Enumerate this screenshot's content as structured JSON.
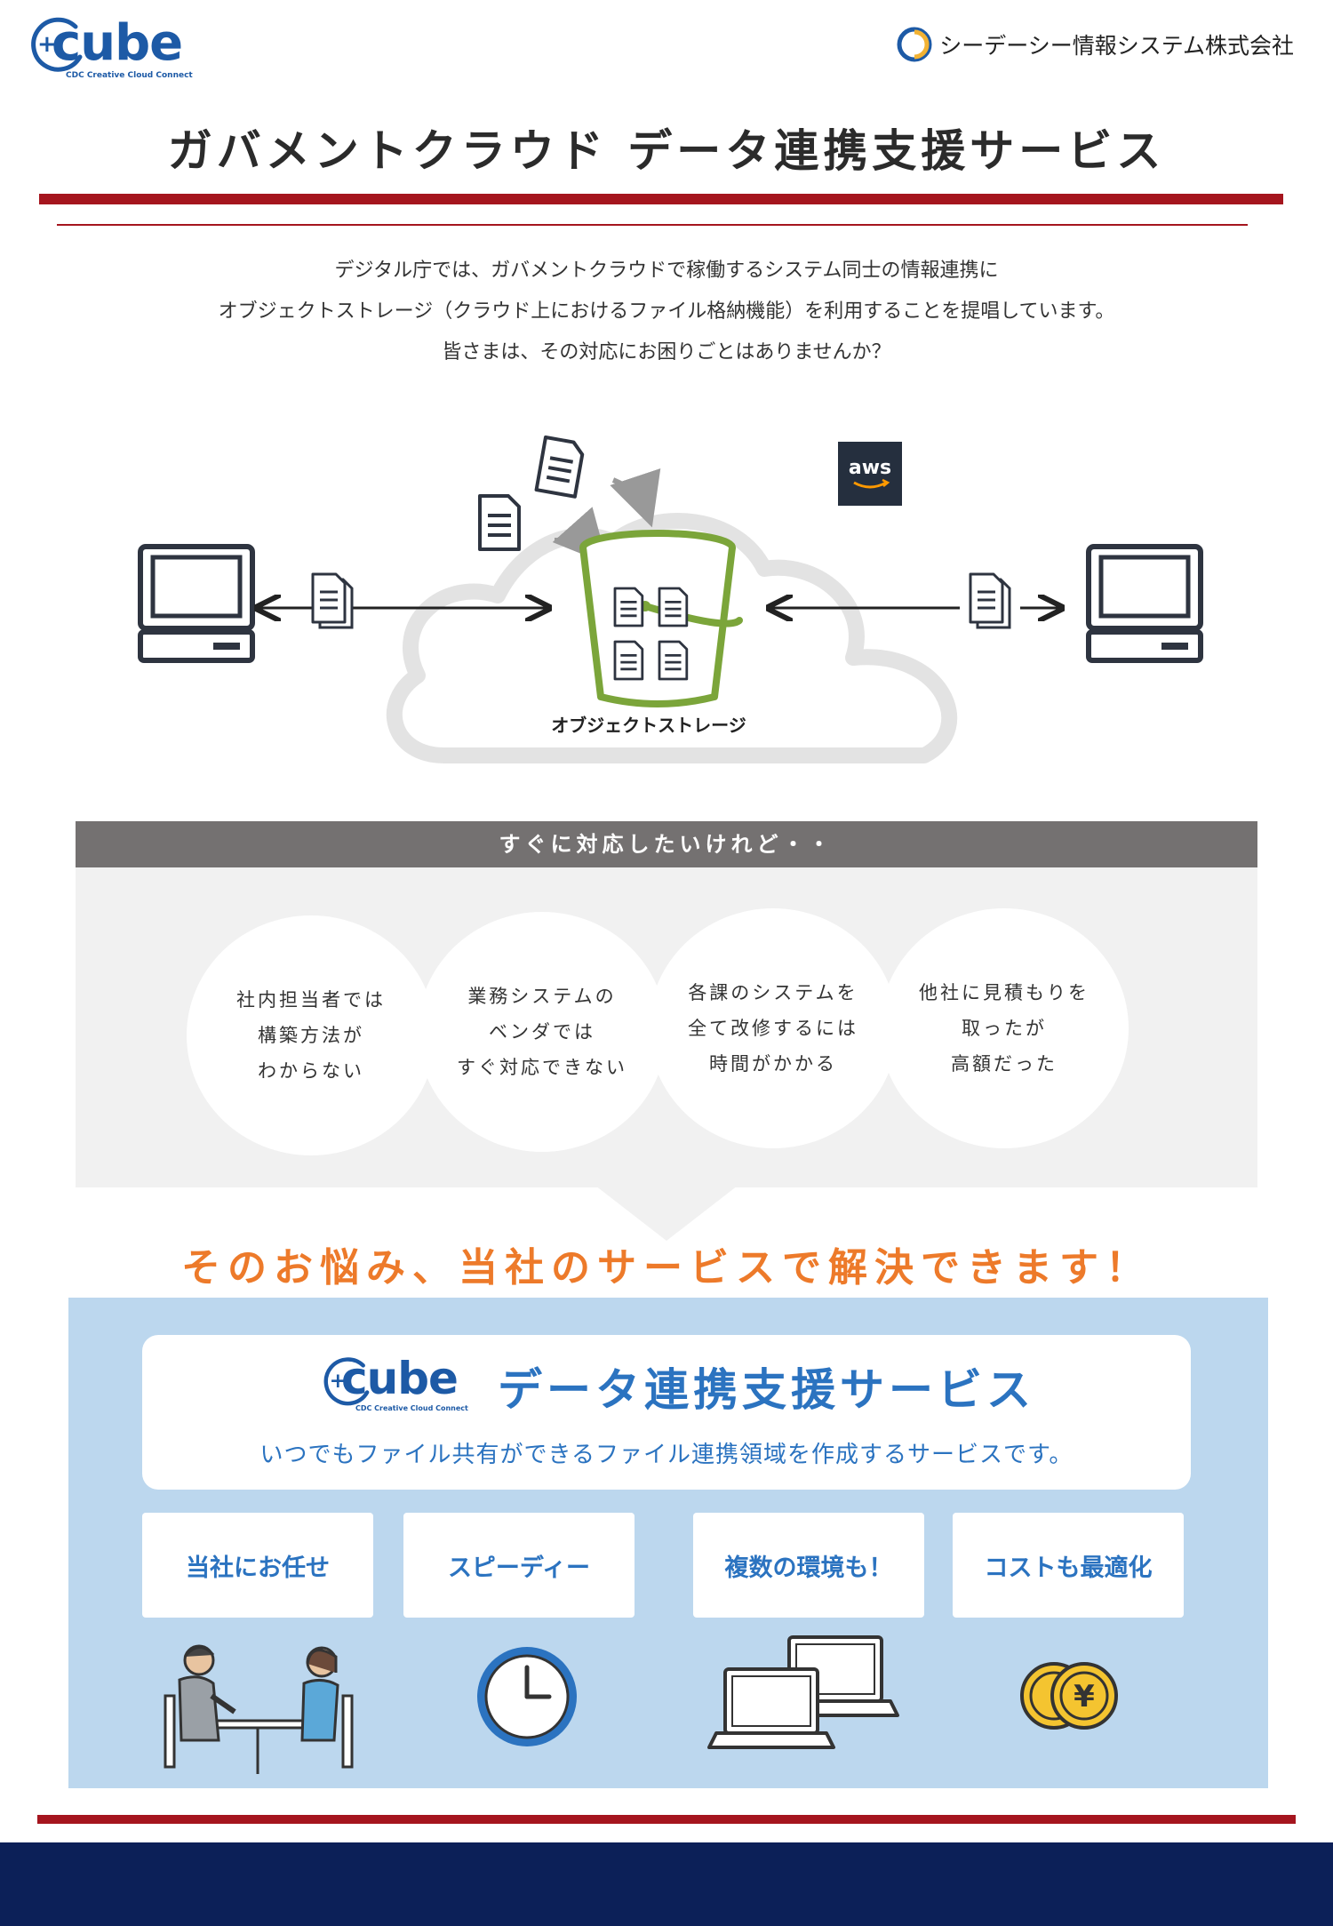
{
  "header": {
    "logo_word": "cube",
    "logo_tagline": "CDC Creative Cloud Connect",
    "company_name": "シーデーシー情報システム株式会社"
  },
  "title": "ガバメントクラウド データ連携支援サービス",
  "intro": [
    "デジタル庁では、ガバメントクラウドで稼働するシステム同士の情報連携に",
    "オブジェクトストレージ（クラウド上におけるファイル格納機能）を利用することを提唱しています。",
    "皆さまは、その対応にお困りごとはありませんか？"
  ],
  "diagram": {
    "storage_label": "オブジェクトストレージ",
    "cloud_badge": "aws"
  },
  "problems": {
    "header": "すぐに対応したいけれど・・",
    "bubbles": [
      [
        "社内担当者では",
        "構築方法が",
        "わからない"
      ],
      [
        "業務システムの",
        "ベンダでは",
        "すぐ対応できない"
      ],
      [
        "各課のシステムを",
        "全て改修するには",
        "時間がかかる"
      ],
      [
        "他社に見積もりを",
        "取ったが",
        "高額だった"
      ]
    ]
  },
  "solution": {
    "headline": "そのお悩み、当社のサービスで解決できます！",
    "service_name": "データ連携支援サービス",
    "description": "いつでもファイル共有ができるファイル連携領域を作成するサービスです。",
    "features": [
      "当社にお任せ",
      "スピーディー",
      "複数の環境も！",
      "コストも最適化"
    ]
  },
  "colors": {
    "brand_blue": "#1d5aa6",
    "accent_red": "#a5151e",
    "accent_orange": "#ed7a2a",
    "bucket_green": "#7ba53a",
    "navy": "#0c2058",
    "panel_blue": "#bcd7ee"
  }
}
